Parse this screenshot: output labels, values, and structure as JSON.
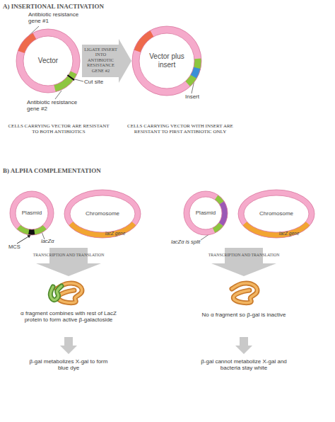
{
  "diagram": {
    "nodes": [
      {
        "text": [
          "Vector"
        ]
      },
      {
        "text": [
          "LIGATE INSERT INTO ANTIBIOTIC RESISTANCE GENE #2"
        ]
      },
      {
        "text": [
          "Vector plus insert"
        ]
      },
      {
        "text": [
          "Plasmid"
        ]
      },
      {
        "text": [
          "Chromosome",
          "lacZ gene"
        ]
      },
      {
        "text": [
          "Plasmid"
        ]
      },
      {
        "text": [
          "Chromosome",
          "lacZ gene"
        ]
      },
      {
        "text": [
          "TRANSCRIPTION AND TRANSLATION"
        ]
      },
      {
        "text": [
          "TRANSCRIPTION AND TRANSLATION"
        ]
      }
    ],
    "labels": [
      "A) INSERTIONAL INACTIVATION",
      "Antibiotic resistance gene #1",
      "Cut site",
      "Antibiotic resistance gene #2",
      "Insert",
      "CELLS CARRYING VECTOR ARE RESISTANT TO BOTH ANTIBIOTICS",
      "CELLS CARRYING VECTOR WITH INSERT ARE RESISTANT TO FIRST ANTIBIOTIC ONLY",
      "B) ALPHA COMPLEMENTATION",
      "MCS",
      "lacZα",
      "lacZα is split",
      "α fragment combines with rest of LacZ protein to form active β-galactoside",
      "No α fragment so β-gal is inactive",
      "β-gal metabolizes X-gal to form blue dye",
      "β-gal cannot metabolize X-gal and bacteria stay white"
    ]
  }
}
